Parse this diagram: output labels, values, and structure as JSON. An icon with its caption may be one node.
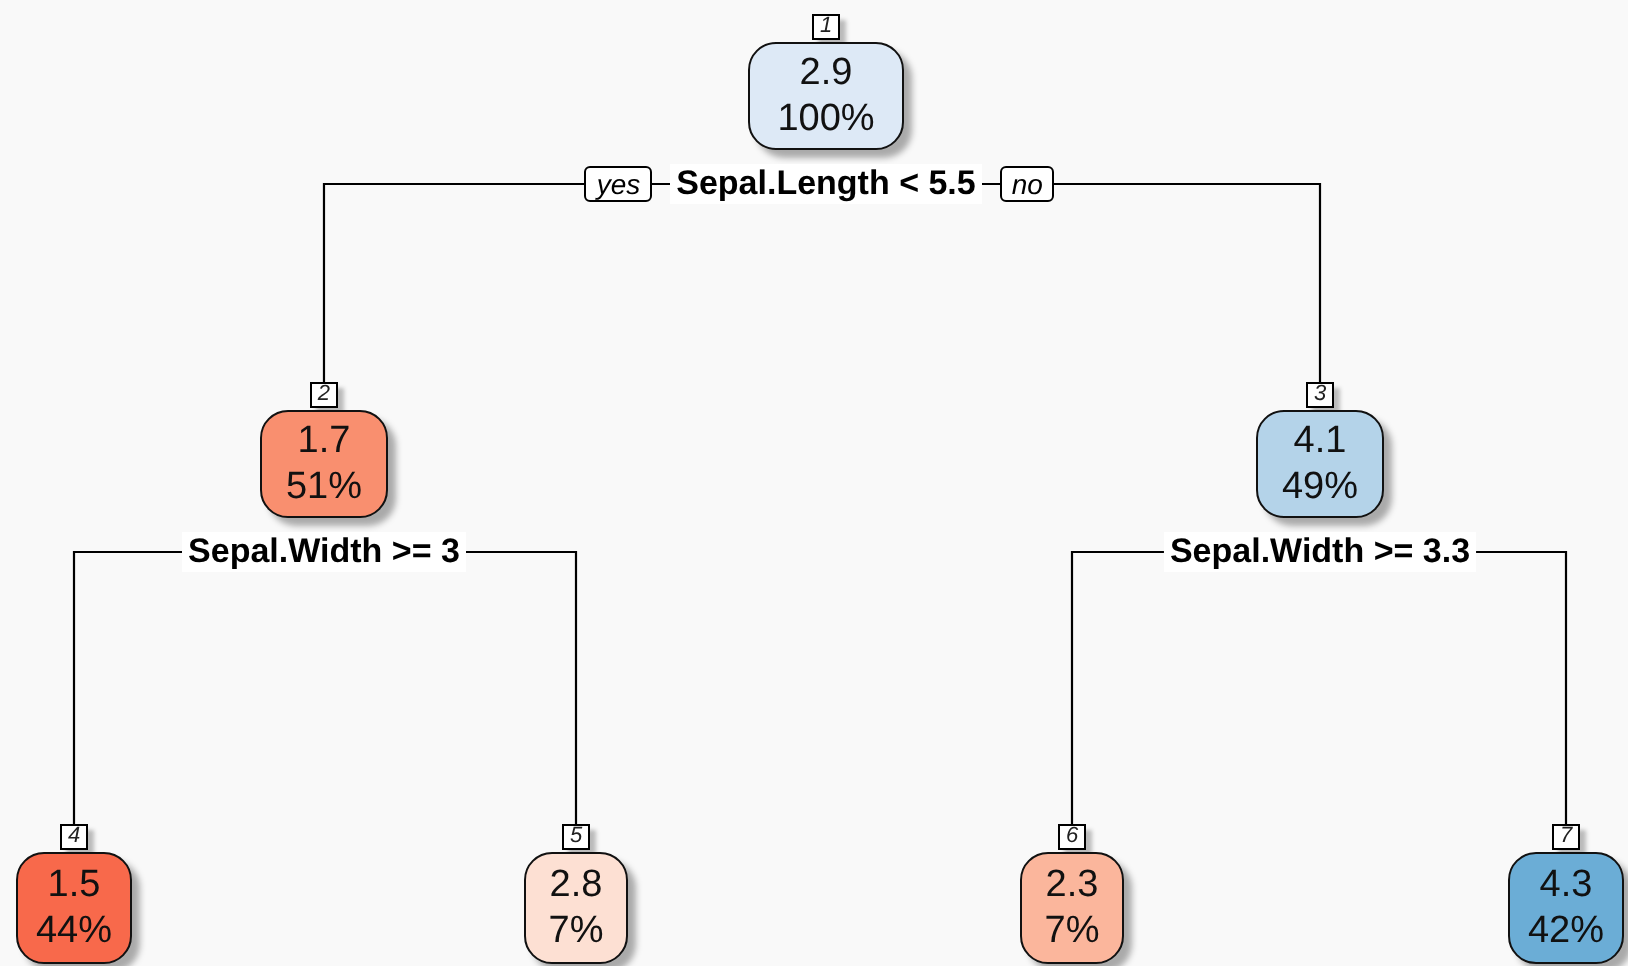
{
  "diagram": {
    "nodes": [
      {
        "text": [
          "1",
          "2.9",
          "100%",
          "Sepal.Length < 5.5"
        ]
      },
      {
        "text": [
          "2",
          "1.7",
          "51%",
          "Sepal.Width >= 3"
        ]
      },
      {
        "text": [
          "3",
          "4.1",
          "49%",
          "Sepal.Width >= 3.3"
        ]
      },
      {
        "text": [
          "4",
          "1.5",
          "44%"
        ]
      },
      {
        "text": [
          "5",
          "2.8",
          "7%"
        ]
      },
      {
        "text": [
          "6",
          "2.3",
          "7%"
        ]
      },
      {
        "text": [
          "7",
          "4.3",
          "42%"
        ]
      }
    ],
    "edges": [
      {
        "from": 0,
        "to": 1,
        "arrow": "none",
        "label": "yes"
      },
      {
        "from": 0,
        "to": 2,
        "arrow": "none",
        "label": "no"
      },
      {
        "from": 1,
        "to": 3,
        "arrow": "none"
      },
      {
        "from": 1,
        "to": 4,
        "arrow": "none"
      },
      {
        "from": 2,
        "to": 5,
        "arrow": "none"
      },
      {
        "from": 2,
        "to": 6,
        "arrow": "none"
      }
    ]
  }
}
